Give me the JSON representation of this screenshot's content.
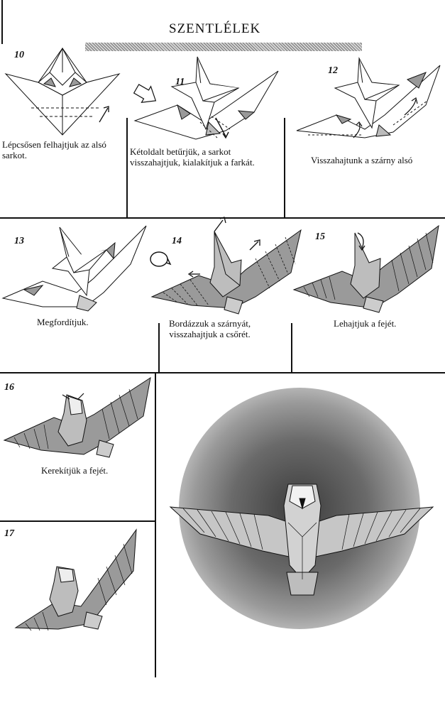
{
  "page": {
    "title": "SZENTLÉLEK"
  },
  "steps": [
    {
      "number": "10",
      "caption_lines": [
        "Lépcsősen felhajtjuk az alsó",
        "sarkot."
      ]
    },
    {
      "number": "11",
      "caption_lines": [
        "Kétoldalt betűrjük, a sarkot",
        "visszahajtjuk, kialakítjuk a farkát."
      ]
    },
    {
      "number": "12",
      "caption_lines": [
        "Visszahajtunk a szárny alsó"
      ]
    },
    {
      "number": "13",
      "caption_lines": [
        "Megfordítjuk."
      ]
    },
    {
      "number": "14",
      "caption_lines": [
        "Bordázzuk a szárnyát,",
        "visszahajtjuk a csőrét."
      ]
    },
    {
      "number": "15",
      "caption_lines": [
        "Lehajtjuk a fejét."
      ]
    },
    {
      "number": "16",
      "caption_lines": [
        "Kerekítjük a fejét."
      ]
    },
    {
      "number": "17",
      "caption_lines": []
    }
  ],
  "icons": [
    "arrow-icon",
    "rotate-icon",
    "fold-arrow-icon"
  ],
  "colors": {
    "ink": "#111111",
    "paper": "#ffffff",
    "shade": "#9a9a9a",
    "halo": "#3c3c3c"
  }
}
